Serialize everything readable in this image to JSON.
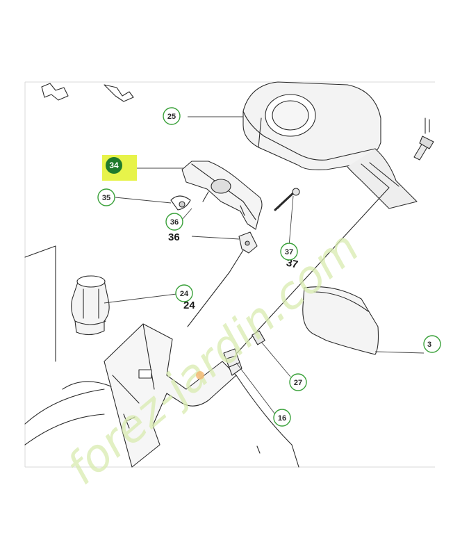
{
  "diagram": {
    "callouts": [
      {
        "id": "c25",
        "label": "25",
        "highlight": false
      },
      {
        "id": "c34",
        "label": "34",
        "highlight": true
      },
      {
        "id": "c35",
        "label": "35",
        "highlight": false
      },
      {
        "id": "c36",
        "label": "36",
        "highlight": false
      },
      {
        "id": "c37",
        "label": "37",
        "highlight": false
      },
      {
        "id": "c24",
        "label": "24",
        "highlight": false
      },
      {
        "id": "c27",
        "label": "27",
        "highlight": false
      },
      {
        "id": "c16",
        "label": "16",
        "highlight": false
      },
      {
        "id": "c3",
        "label": "3",
        "highlight": false
      }
    ],
    "printed_labels": {
      "p36": "36",
      "p24": "24",
      "p37": "37"
    },
    "highlight_color": "#e7f34a",
    "callout_ring_color": "#3aa13a",
    "highlight_circle_color": "#1f7a2c"
  },
  "watermark": {
    "text": "forez-jardin.com",
    "color": "#cfe6a0"
  }
}
